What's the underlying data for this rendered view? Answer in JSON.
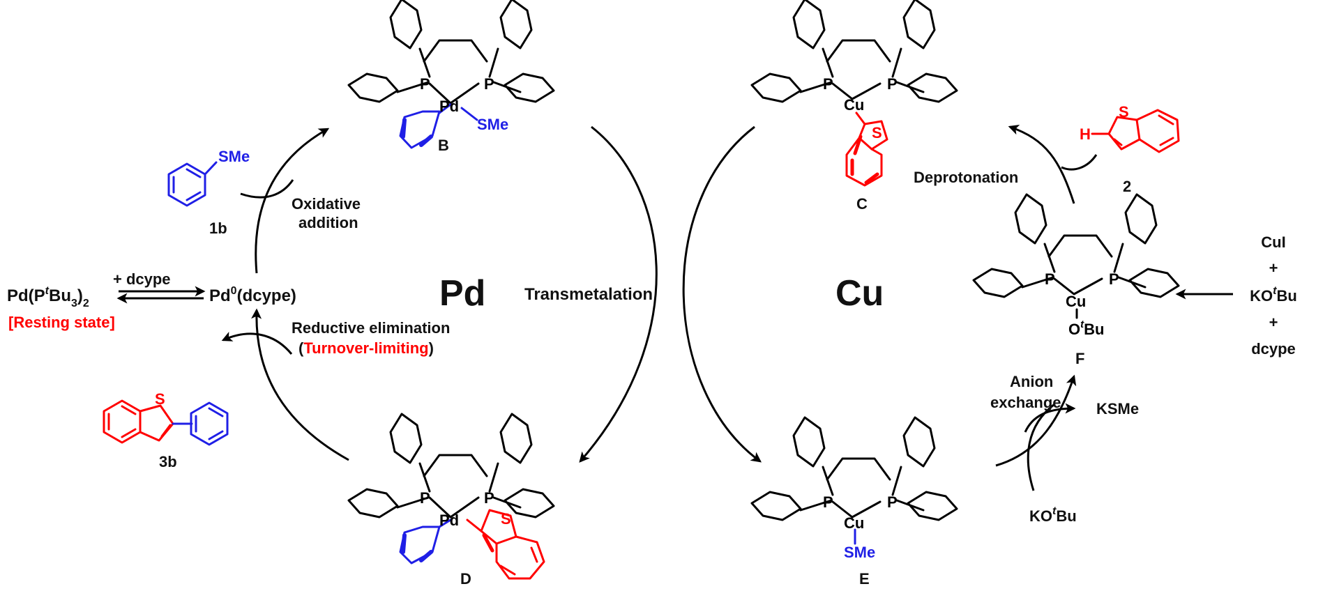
{
  "colors": {
    "black": "#000000",
    "red": "#ff0000",
    "blue": "#1f1fe6"
  },
  "cycles": {
    "pd": "Pd",
    "cu": "Cu"
  },
  "steps": {
    "oxidative_addition_1": "Oxidative",
    "oxidative_addition_2": "addition",
    "transmetalation": "Transmetalation",
    "reductive_elimination": "Reductive elimination",
    "turnover_open": "(",
    "turnover": "Turnover-limiting",
    "turnover_close": ")",
    "deprotonation": "Deprotonation",
    "anion_exchange_1": "Anion",
    "anion_exchange_2": "exchange"
  },
  "species": {
    "pd_pretext": "Pd(P",
    "pd_t": "t",
    "pd_bu3": "Bu",
    "pd_sub3": "3",
    "pd_close": ")",
    "pd_sub2": "2",
    "plus_dcype": "+ dcype",
    "resting_state": "[Resting state]",
    "pd0_pre": "Pd",
    "pd0_sup": "0",
    "pd0_post": "(dcype)",
    "sme": "SMe",
    "h": "H",
    "s": "S",
    "ksme": "KSMe",
    "kotbu_pre": "KO",
    "kotbu_t": "t",
    "kotbu_post": "Bu",
    "otbu_pre": "O",
    "otbu_t": "t",
    "otbu_post": "Bu",
    "p": "P",
    "pd": "Pd",
    "cu": "Cu"
  },
  "compound_labels": {
    "c1b": "1b",
    "c2": "2",
    "c3b": "3b",
    "B": "B",
    "C": "C",
    "D": "D",
    "E": "E",
    "F": "F"
  },
  "reagents": {
    "cui": "CuI",
    "plus1": "+",
    "kotbu_pre": "KO",
    "kotbu_t": "t",
    "kotbu_post": "Bu",
    "plus2": "+",
    "dcype": "dcype"
  }
}
